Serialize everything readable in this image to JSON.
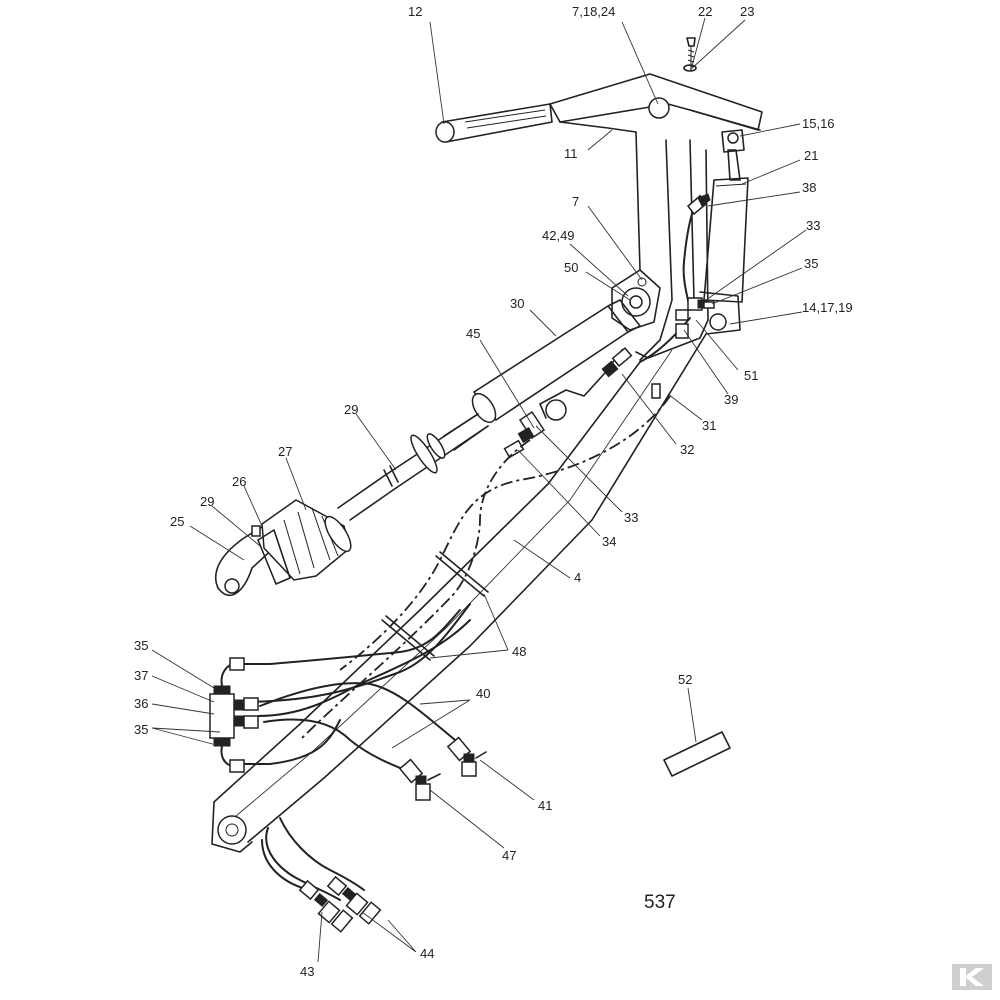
{
  "diagram": {
    "figure_number": "537",
    "callouts": {
      "c12": "12",
      "c7_18_24": "7,18,24",
      "c22": "22",
      "c23": "23",
      "c15_16": "15,16",
      "c11": "11",
      "c21": "21",
      "c38": "38",
      "c7": "7",
      "c33_top": "33",
      "c42_49": "42,49",
      "c35_top": "35",
      "c50": "50",
      "c14_17_19": "14,17,19",
      "c30": "30",
      "c51": "51",
      "c45": "45",
      "c39": "39",
      "c29_top": "29",
      "c31": "31",
      "c32": "32",
      "c27": "27",
      "c26": "26",
      "c29_left": "29",
      "c33_mid": "33",
      "c25": "25",
      "c34": "34",
      "c4": "4",
      "c48": "48",
      "c35_a": "35",
      "c37": "37",
      "c36": "36",
      "c35_b": "35",
      "c40": "40",
      "c52": "52",
      "c41": "41",
      "c47": "47",
      "c44": "44",
      "c43": "43"
    }
  },
  "colors": {
    "line": "#222222",
    "paper": "#ffffff",
    "logo": "#cfcfcf"
  },
  "icons": {
    "brand_logo": "k-logo-icon"
  }
}
